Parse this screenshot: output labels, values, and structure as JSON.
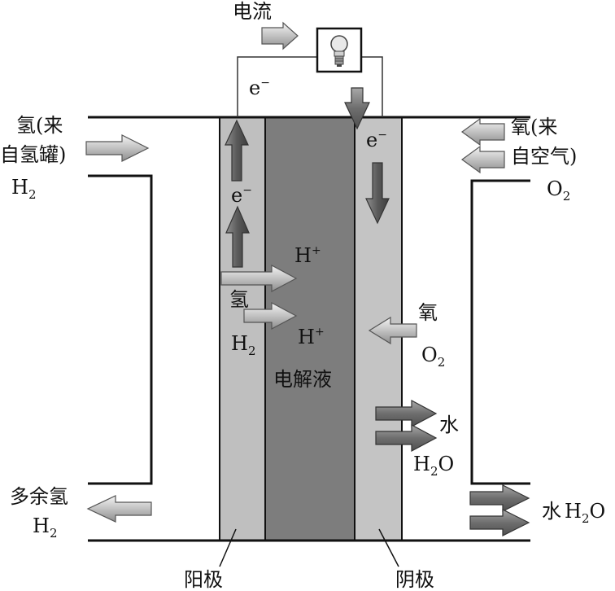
{
  "labels": {
    "current": "电流",
    "electron": "e",
    "electron_sign": "−",
    "hydrogen_in_line1": "氢(来",
    "hydrogen_in_line2": "自氢罐)",
    "oxygen_in_line1": "氧(来",
    "oxygen_in_line2": "自空气)",
    "h2_base": "H",
    "o2_base": "O",
    "sub_2": "2",
    "h_plus_base": "H",
    "plus": "+",
    "hydrogen": "氢",
    "oxygen": "氧",
    "electrolyte": "电解液",
    "water": "水",
    "h2o_water_h": "H",
    "h2o_water_o": "O",
    "excess_hydrogen": "多余氢",
    "water_out": "水",
    "anode": "阳极",
    "cathode": "阴极"
  },
  "colors": {
    "anode": "#bfbfbf",
    "cathode": "#c4c4c4",
    "electrolyte": "#7d7d7d",
    "arrow_light": "#d0d0d0",
    "arrow_dark": "#6e6e6e"
  }
}
